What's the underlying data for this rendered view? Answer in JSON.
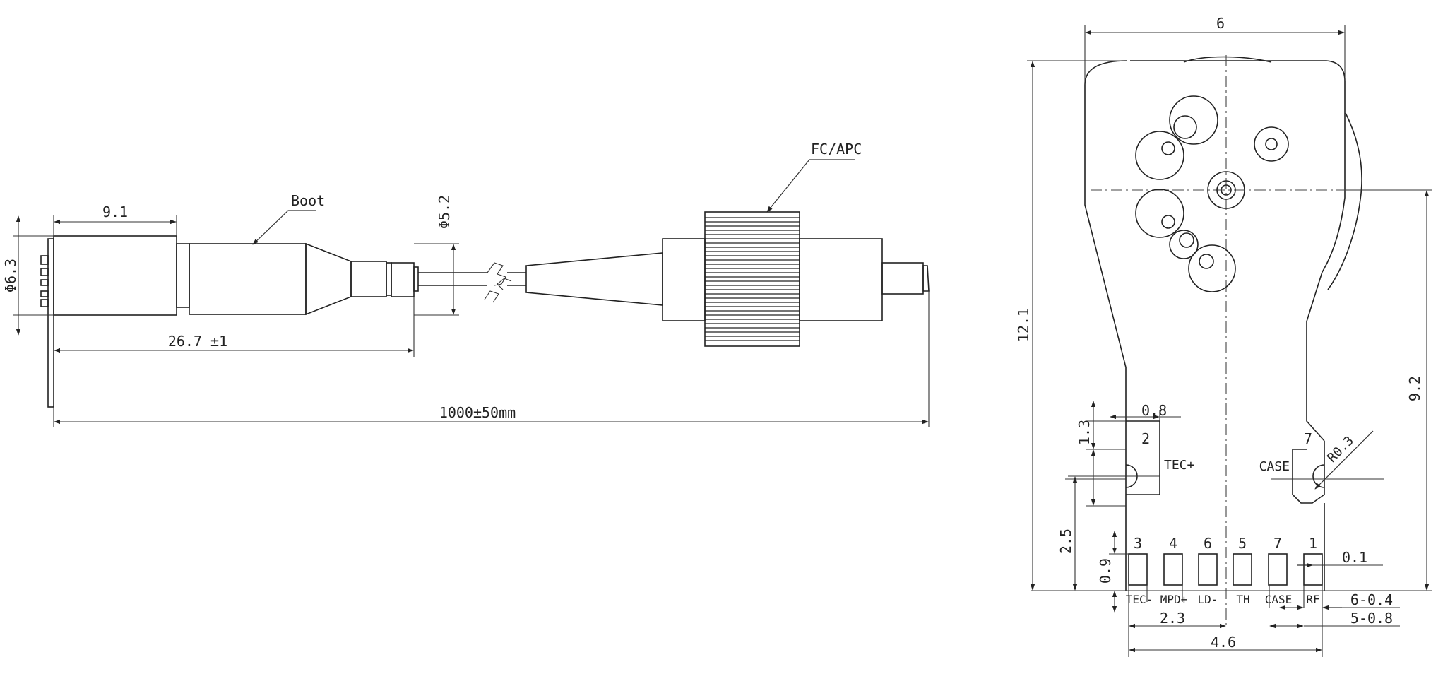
{
  "side_view": {
    "dims": {
      "length_9_1": "9.1",
      "dia_6_3": "Φ6.3",
      "length_26_7": "26.7 ±1",
      "dia_5_2": "Φ5.2",
      "length_total": "1000±50mm"
    },
    "callouts": {
      "boot": "Boot",
      "connector": "FC/APC"
    }
  },
  "front_view": {
    "dims": {
      "width_6": "6",
      "height_12_1": "12.1",
      "height_9_2": "9.2",
      "pad_w_0_8": "0.8",
      "pad_h_1_3": "1.3",
      "pad_h_2_5": "2.5",
      "pin_h_0_9": "0.9",
      "pin_0_1": "0.1",
      "radius": "R0.3",
      "span_2_3": "2.3",
      "span_4_6": "4.6",
      "pins_6_0_4": "6-0.4",
      "pins_5_0_8": "5-0.8"
    },
    "tabs": [
      {
        "number": "2",
        "label": "TEC+"
      },
      {
        "number": "7",
        "label": "CASE"
      }
    ],
    "pins": [
      {
        "number": "3",
        "label": "TEC-"
      },
      {
        "number": "4",
        "label": "MPD+"
      },
      {
        "number": "6",
        "label": "LD-"
      },
      {
        "number": "5",
        "label": "TH"
      },
      {
        "number": "7",
        "label": "CASE"
      },
      {
        "number": "1",
        "label": "RF"
      }
    ]
  }
}
